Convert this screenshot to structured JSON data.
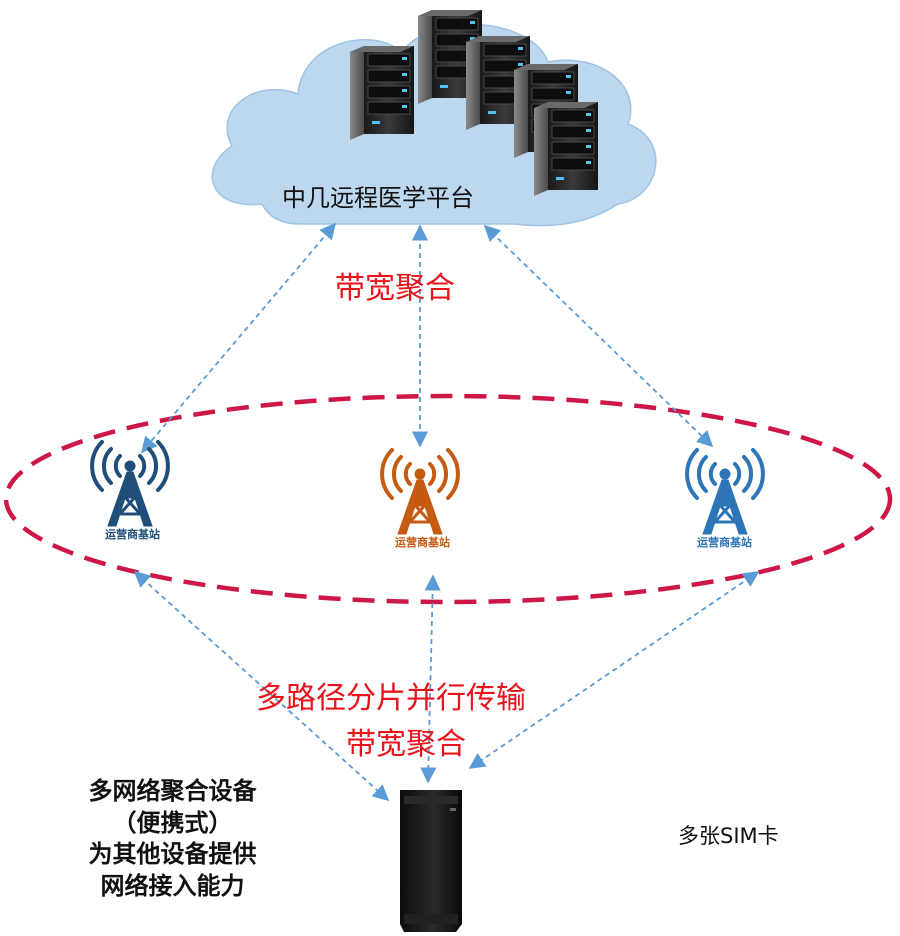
{
  "cloud": {
    "title": "中几远程医学平台"
  },
  "labels": {
    "aggregation_top": "带宽聚合",
    "multipath": "多路径分片并行传输",
    "aggregation_bottom": "带宽聚合"
  },
  "base_stations": [
    {
      "label": "运营商基站",
      "color": "#1f4e79",
      "icon": "cell-tower-icon"
    },
    {
      "label": "运营商基站",
      "color": "#c55a11",
      "icon": "cell-tower-icon"
    },
    {
      "label": "运营商基站",
      "color": "#2e75b6",
      "icon": "cell-tower-icon"
    }
  ],
  "device": {
    "description_lines": [
      "多网络聚合设备",
      "（便携式）",
      "为其他设备提供",
      "网络接入能力"
    ],
    "sim_label": "多张SIM卡",
    "icon": "aggregation-device-icon"
  },
  "colors": {
    "accent_red": "#e8141b",
    "ellipse_dashed": "#cc1747",
    "link_dashed": "#5b9bd5",
    "cloud_fill": "#bdd7ee"
  }
}
